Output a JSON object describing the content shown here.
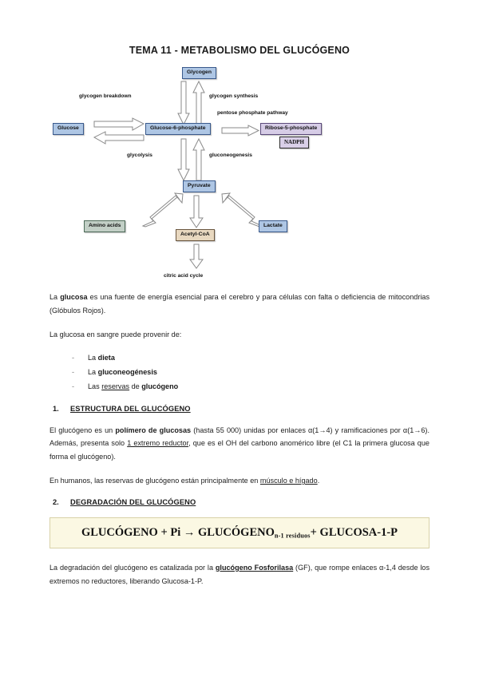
{
  "document": {
    "title": "TEMA 11 - METABOLISMO DEL GLUCÓGENO"
  },
  "diagram": {
    "name": "glycogen-metabolism-pathway-diagram",
    "nodes": {
      "glycogen": "Glycogen",
      "glucose": "Glucose",
      "glucose6p": "Glucose-6-phosphate",
      "ribose5p": "Ribose-5-phosphate",
      "nadph": "NADPH",
      "pyruvate": "Pyruvate",
      "amino_acids": "Amino acids",
      "lactate": "Lactate",
      "acetyl_coa": "Acetyl-CoA",
      "citric_acid_cycle": "citric acid cycle"
    },
    "labels": {
      "glycogen_breakdown": "glycogen breakdown",
      "glycogen_synthesis": "glycogen synthesis",
      "pentose_phosphate_pathway": "pentose phosphate pathway",
      "glycolysis": "glycolysis",
      "gluconeogenesis": "gluconeogenesis"
    },
    "colors": {
      "blue_fill": "#aec6e4",
      "blue_border": "#3a5a8c",
      "purple_fill": "#d6cce6",
      "green_fill": "#c2cfc6",
      "tan_fill": "#e8d8c0",
      "arrow_fill": "#ffffff",
      "arrow_stroke": "#7a7a7a"
    }
  },
  "content": {
    "p1": {
      "prefix": "La ",
      "bold1": "glucosa",
      "rest": " es una fuente de energía esencial para el cerebro y para células con falta o deficiencia de mitocondrias (Glóbulos Rojos)."
    },
    "p2": "La glucosa en sangre puede provenir de:",
    "bullets": [
      {
        "prefix": "La ",
        "bold": "dieta",
        "suffix": ""
      },
      {
        "prefix": "La ",
        "bold": "gluconeogénesis",
        "suffix": ""
      },
      {
        "prefix": "Las ",
        "underline": "reservas",
        "mid": " de ",
        "bold": "glucógeno",
        "suffix": ""
      }
    ],
    "section1": {
      "number": "1.",
      "heading": "ESTRUCTURA DEL GLUCÓGENO",
      "p_a": {
        "t1": "El glucógeno es un ",
        "b1": "polímero de glucosas",
        "t2": " (hasta 55 000) unidas por enlaces α(1→4) y ramificaciones por α(1→6). Además, presenta solo ",
        "u1": "1 extremo reductor",
        "t3": ", que es el OH del carbono anomérico libre (el C1 la primera glucosa que forma el glucógeno)."
      },
      "p_b": {
        "t1": "En humanos, las reservas de glucógeno están principalmente en ",
        "u1": "músculo e hígado",
        "t2": "."
      }
    },
    "section2": {
      "number": "2.",
      "heading": "DEGRADACIÓN DEL GLUCÓGENO",
      "equation": {
        "part1": "GLUCÓGENO + Pi → GLUCÓGENO",
        "subscript": "n-1 residuos",
        "part2": "+ GLUCOSA-1-P",
        "background": "#fbf8e3"
      },
      "p_a": {
        "t1": "La degradación del glucógeno es catalizada por la ",
        "b1": "glucógeno Fosforilasa",
        "t2": " (GF), que rompe enlaces α-1,4 desde los extremos no reductores, liberando Glucosa-1-P."
      }
    }
  }
}
